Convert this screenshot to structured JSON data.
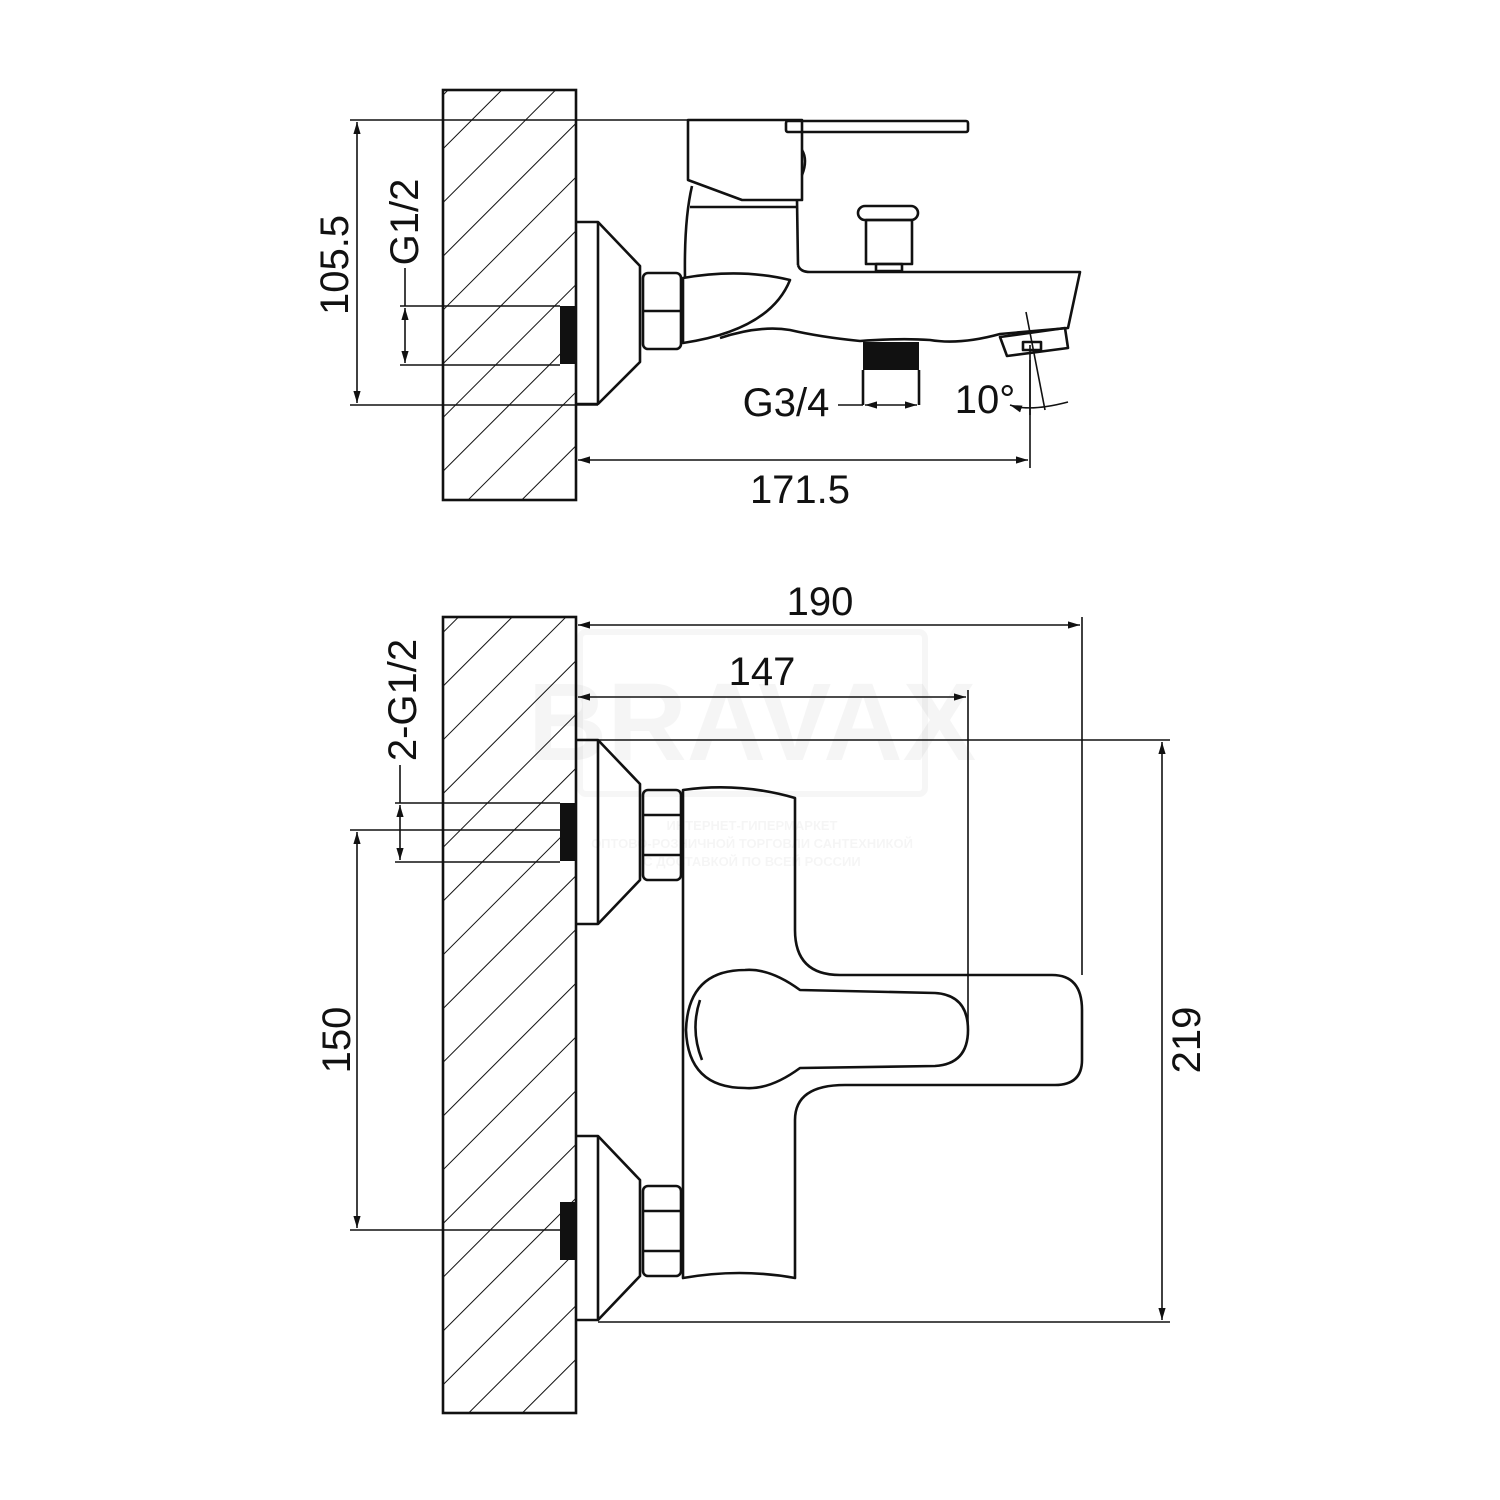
{
  "side_view": {
    "height_label": "105.5",
    "inlet_thread_label": "G1/2",
    "spout_reach_label": "171.5",
    "outlet_thread_label": "G3/4",
    "angle_label": "10°"
  },
  "front_view": {
    "overall_width_label": "190",
    "lever_width_label": "147",
    "overall_height_label": "219",
    "centers_label": "150",
    "inlet_thread_label": "2-G1/2"
  },
  "watermark": {
    "brand": "BRAVAX",
    "lines": [
      "ИНТЕРНЕТ-ГИПЕРМАРКЕТ",
      "ОПТОВО-РОЗНИЧНОЙ ТОРГОВЛИ САНТЕХНИКОЙ",
      "С ДОСТАВКОЙ ПО ВСЕЙ РОССИИ"
    ]
  }
}
